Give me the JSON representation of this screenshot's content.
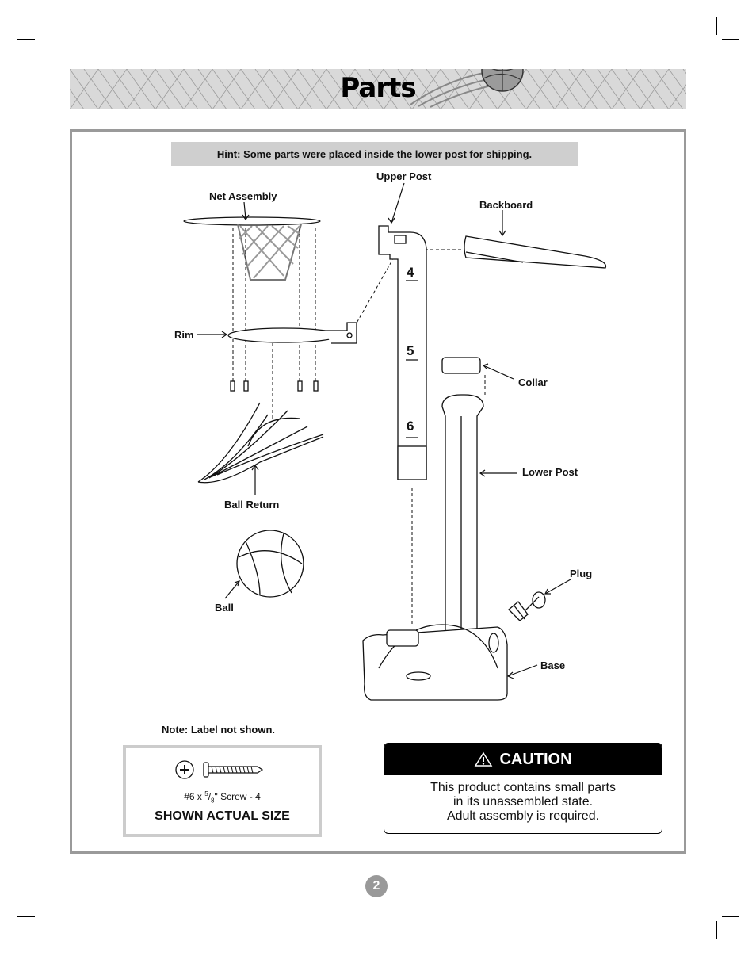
{
  "page": {
    "title": "Parts",
    "page_number": "2"
  },
  "hint": "Hint: Some parts were placed inside the lower post for shipping.",
  "labels": {
    "upper_post": "Upper Post",
    "net_assembly": "Net Assembly",
    "backboard": "Backboard",
    "rim": "Rim",
    "collar": "Collar",
    "lower_post": "Lower Post",
    "ball_return": "Ball Return",
    "plug": "Plug",
    "ball": "Ball",
    "base": "Base"
  },
  "post_numbers": [
    "4",
    "5",
    "6"
  ],
  "note": "Note: Label not shown.",
  "screw": {
    "prefix": "#6 x ",
    "num": "5",
    "den": "8",
    "suffix": "\" Screw - 4",
    "caption": "SHOWN ACTUAL SIZE"
  },
  "caution": {
    "title": "CAUTION",
    "lines": [
      "This product contains small parts",
      "in its unassembled state.",
      "Adult assembly is required."
    ]
  },
  "colors": {
    "banner": "#d9d9d9",
    "frame": "#9a9a9a",
    "hint_bg": "#cfcfcf",
    "caution_bar": "#000000"
  }
}
